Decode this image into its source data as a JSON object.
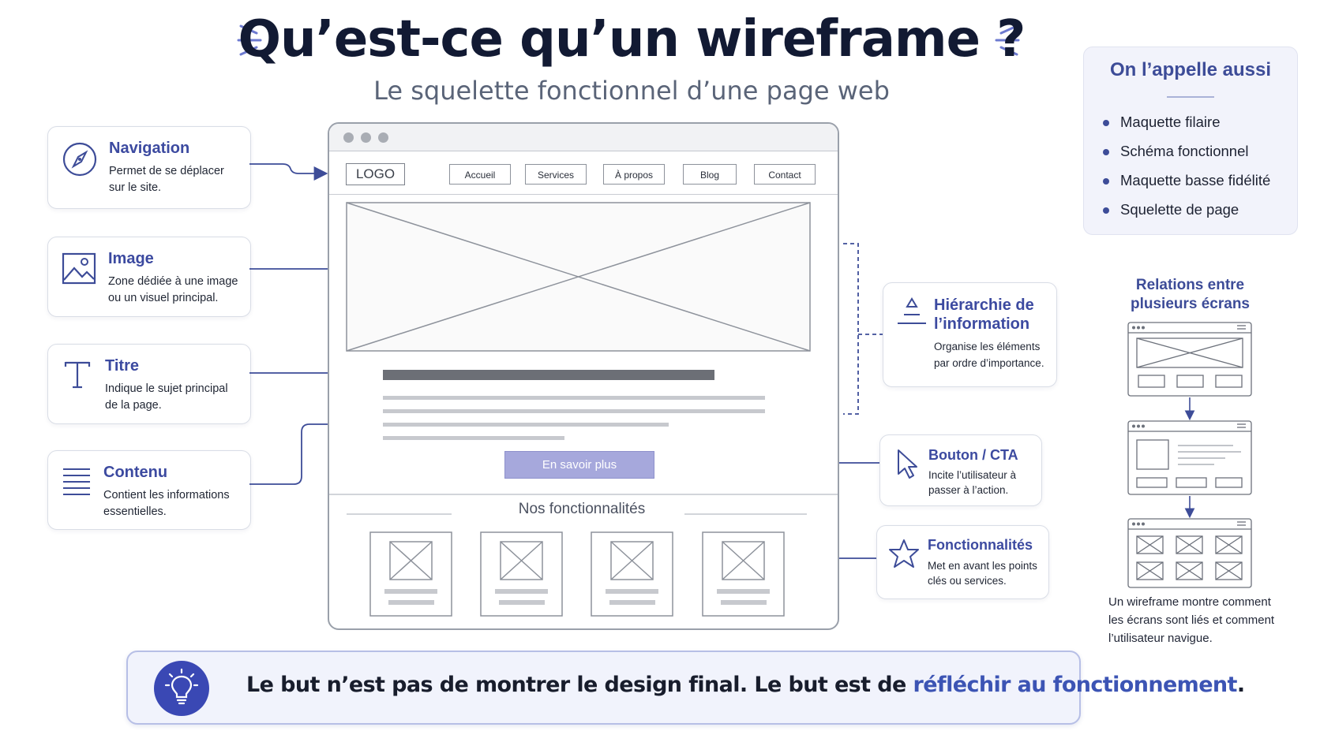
{
  "title": "Qu’est-ce qu’un wireframe ?",
  "subtitle": "Le squelette fonctionnel d’une page web",
  "left_cards": [
    {
      "title": "Navigation",
      "desc_l1": "Permet de se déplacer",
      "desc_l2": "sur le site.",
      "icon": "compass-icon"
    },
    {
      "title": "Image",
      "desc_l1": "Zone dédiée à une image",
      "desc_l2": "ou un visuel principal.",
      "icon": "image-icon"
    },
    {
      "title": "Titre",
      "desc_l1": "Indique le sujet principal",
      "desc_l2": "de la page.",
      "icon": "text-t-icon"
    },
    {
      "title": "Contenu",
      "desc_l1": "Contient les informations",
      "desc_l2": "essentielles.",
      "icon": "lines-icon"
    }
  ],
  "browser": {
    "logo": "LOGO",
    "nav": [
      "Accueil",
      "Services",
      "À propos",
      "Blog",
      "Contact"
    ],
    "cta": "En savoir plus",
    "features_title": "Nos fonctionnalités"
  },
  "right_cards": [
    {
      "title_l1": "Hiérarchie de",
      "title_l2": "l’information",
      "desc_l1": "Organise les éléments",
      "desc_l2": "par ordre d’importance.",
      "icon": "hierarchy-icon"
    },
    {
      "title": "Bouton / CTA",
      "desc_l1": "Incite l’utilisateur à",
      "desc_l2": "passer à l’action.",
      "icon": "cursor-icon"
    },
    {
      "title": "Fonctionnalités",
      "desc_l1": "Met en avant les points",
      "desc_l2": "clés ou services.",
      "icon": "star-icon"
    }
  ],
  "aka": {
    "title": "On l’appelle aussi",
    "items": [
      "Maquette filaire",
      "Schéma fonctionnel",
      "Maquette basse fidélité",
      "Squelette de page"
    ]
  },
  "relations": {
    "title_l1": "Relations entre",
    "title_l2": "plusieurs écrans",
    "desc_l1": "Un wireframe montre comment",
    "desc_l2": "les écrans sont liés et comment",
    "desc_l3": "l’utilisateur navigue."
  },
  "banner": {
    "text_main": "Le but n’est pas de montrer le design final. Le but est de ",
    "text_highlight": "réfléchir au fonctionnement",
    "text_end": ".",
    "icon": "lightbulb-icon"
  },
  "colors": {
    "accent": "#3d4c98",
    "accent_dark": "#3a48b4",
    "cta": "#a6a8dc",
    "panel_bg": "#f2f3fb",
    "title": "#121a33"
  }
}
